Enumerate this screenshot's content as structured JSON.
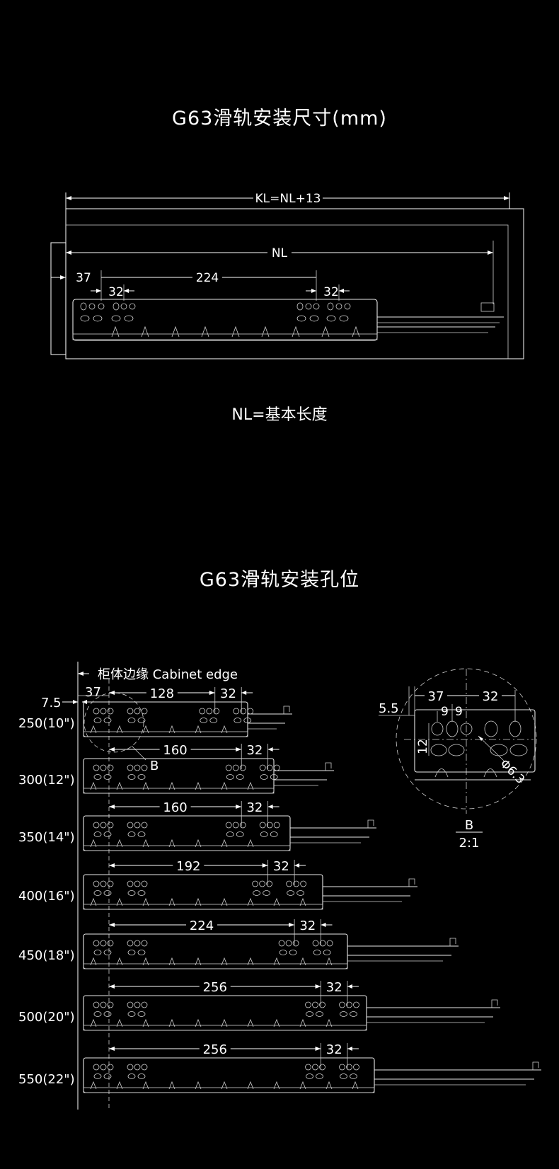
{
  "section1": {
    "title": "G63滑轨安装尺寸(mm)",
    "kl_label": "KL=NL+13",
    "nl_label": "NL",
    "dim_37": "37",
    "dim_32_left": "32",
    "dim_224": "224",
    "dim_32_right": "32",
    "note": "NL=基本长度"
  },
  "section2": {
    "title": "G63滑轨安装孔位",
    "cabinet_edge_label": "柜体边缘 Cabinet edge",
    "dim_7_5": "7.5",
    "dim_37": "37",
    "detail_marker": "B",
    "rows": [
      {
        "size": "250(10\")",
        "span": "128",
        "end": "32"
      },
      {
        "size": "300(12\")",
        "span": "160",
        "end": "32"
      },
      {
        "size": "350(14\")",
        "span": "160",
        "end": "32"
      },
      {
        "size": "400(16\")",
        "span": "192",
        "end": "32"
      },
      {
        "size": "450(18\")",
        "span": "224",
        "end": "32"
      },
      {
        "size": "500(20\")",
        "span": "256",
        "end": "32"
      },
      {
        "size": "550(22\")",
        "span": "256",
        "end": "32"
      }
    ],
    "detail": {
      "dim_5_5": "5.5",
      "dim_37": "37",
      "dim_9a": "9",
      "dim_9b": "9",
      "dim_32": "32",
      "dim_12": "12",
      "dim_phi": "Φ6.3",
      "label": "B",
      "scale": "2:1"
    }
  }
}
